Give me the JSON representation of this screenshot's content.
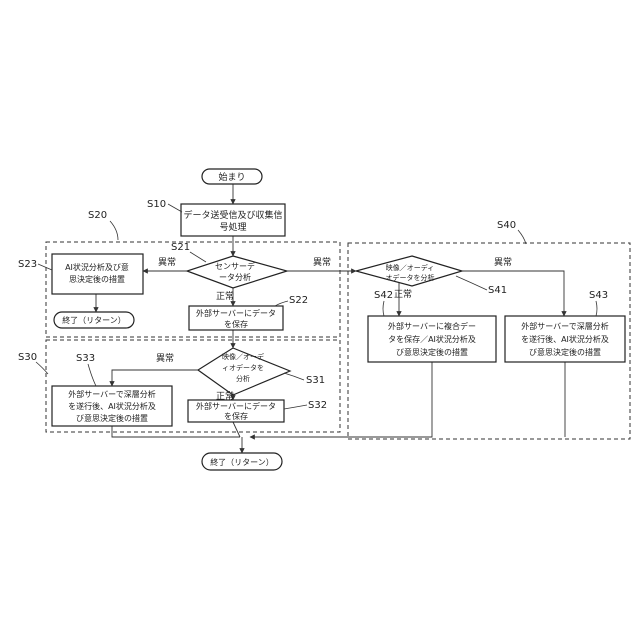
{
  "nodes": {
    "start": "始まり",
    "s10_line1": "データ送受信及び収集信",
    "s10_line2": "号処理",
    "s21_line1": "センサーデ",
    "s21_line2": "ータ分析",
    "s22_line1": "外部サーバーにデータ",
    "s22_line2": "を保存",
    "s23_line1": "AI状況分析及び意",
    "s23_line2": "思決定後の措置",
    "end_s20": "終了（リターン）",
    "s31_line1": "映像／オーデ",
    "s31_line2": "ィオデータを",
    "s31_line3": "分析",
    "s32_line1": "外部サーバーにデータ",
    "s32_line2": "を保存",
    "s33_line1": "外部サーバーで深層分析",
    "s33_line2": "を遂行後、AI状況分析及",
    "s33_line3": "び意思決定後の措置",
    "s41_line1": "映像／オーディ",
    "s41_line2": "オデータを分析",
    "s42_line1": "外部サーバーに複合デー",
    "s42_line2": "タを保存／AI状況分析及",
    "s42_line3": "び意思決定後の措置",
    "s43_line1": "外部サーバーで深層分析",
    "s43_line2": "を遂行後、AI状況分析及",
    "s43_line3": "び意思決定後の措置",
    "end": "終了（リターン）"
  },
  "edge_labels": {
    "abnormal": "異常",
    "normal": "正常"
  },
  "refs": {
    "s10": "S10",
    "s20": "S20",
    "s21": "S21",
    "s22": "S22",
    "s23": "S23",
    "s30": "S30",
    "s31": "S31",
    "s32": "S32",
    "s33": "S33",
    "s40": "S40",
    "s41": "S41",
    "s42": "S42",
    "s43": "S43"
  }
}
